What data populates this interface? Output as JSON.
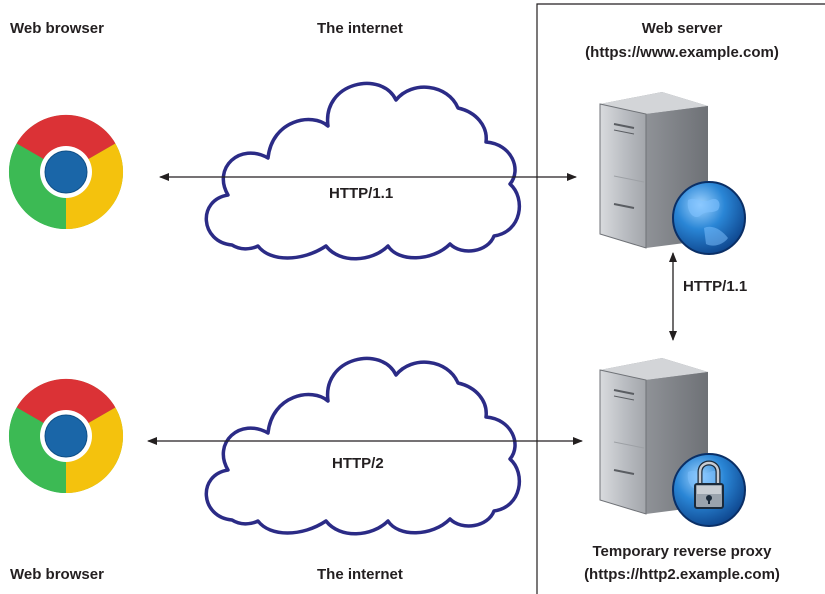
{
  "labels": {
    "browser_top": "Web browser",
    "internet_top": "The internet",
    "server_title": "Web server",
    "server_url": "(https://www.example.com)",
    "proto_top": "HTTP/1.1",
    "proto_vertical": "HTTP/1.1",
    "proto_bottom": "HTTP/2",
    "proxy_title": "Temporary reverse proxy",
    "proxy_url": "(https://http2.example.com)",
    "browser_bottom": "Web browser",
    "internet_bottom": "The internet"
  },
  "icons": {
    "browser": "chrome-browser-icon",
    "server": "web-server-globe-icon",
    "proxy": "proxy-server-lock-globe-icon",
    "cloud": "cloud-icon"
  },
  "colors": {
    "cloud_stroke": "#2b2b86",
    "chrome_red": "#db3236",
    "chrome_yellow": "#f4c20d",
    "chrome_green": "#3cba54",
    "chrome_blue": "#1a66a8",
    "server_gray": "#a9acb1",
    "globe_blue": "#1e73c8"
  }
}
